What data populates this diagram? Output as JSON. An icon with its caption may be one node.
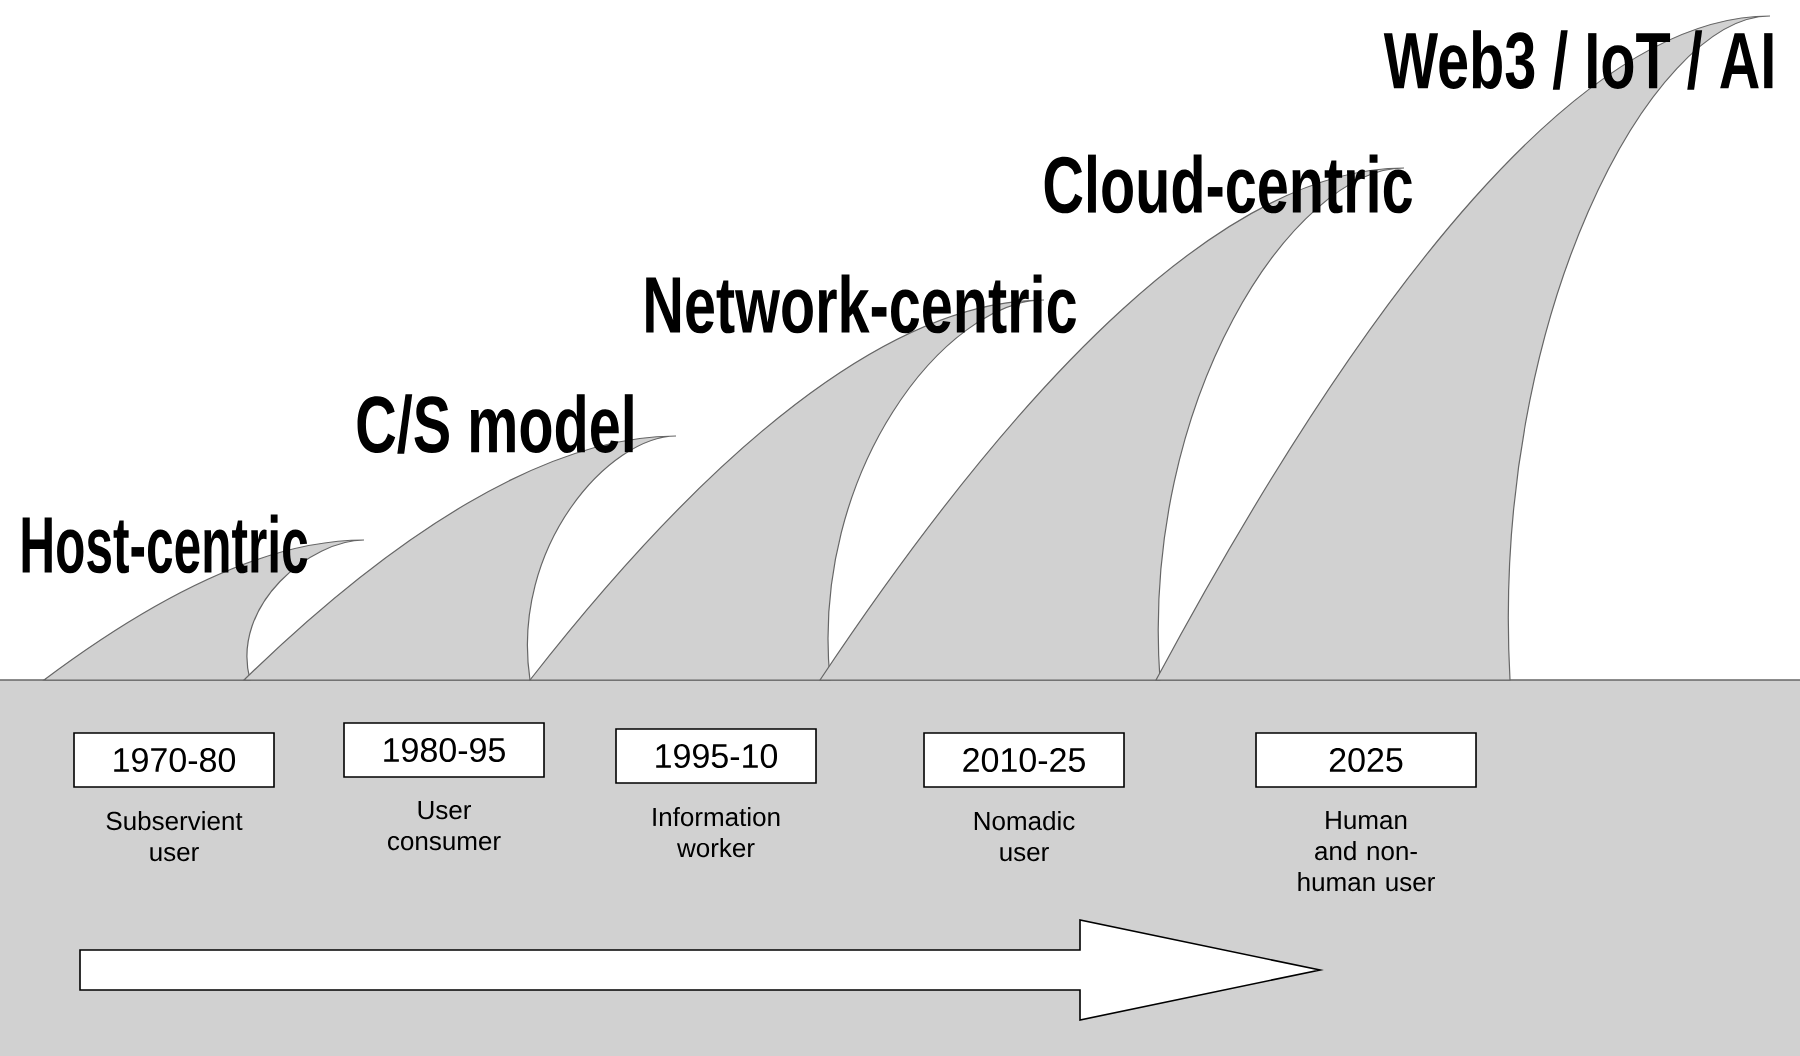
{
  "diagram": {
    "nodes": [
      {
        "text": [
          "Host-centric"
        ]
      },
      {
        "text": [
          "C/S model"
        ]
      },
      {
        "text": [
          "Network-centric"
        ]
      },
      {
        "text": [
          "Cloud-centric"
        ]
      },
      {
        "text": [
          "Web3 / IoT / AI"
        ]
      },
      {
        "text": [
          "1970-80"
        ],
        "beside": [
          "Subservient user"
        ]
      },
      {
        "text": [
          "1980-95"
        ],
        "beside": [
          "User consumer"
        ]
      },
      {
        "text": [
          "1995-10"
        ],
        "beside": [
          "Information worker"
        ]
      },
      {
        "text": [
          "2010-25"
        ],
        "beside": [
          "Nomadic user"
        ]
      },
      {
        "text": [
          "2025"
        ],
        "beside": [
          "Human and non-human user"
        ]
      }
    ]
  }
}
